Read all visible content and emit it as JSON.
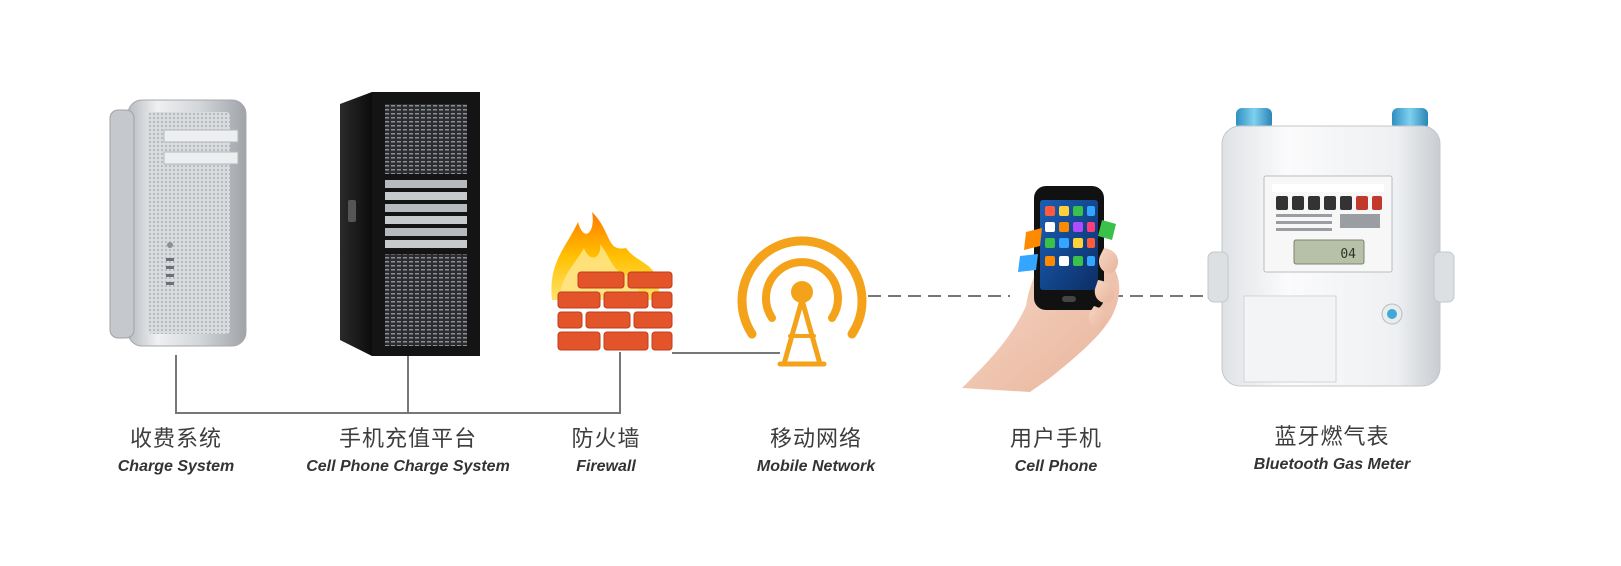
{
  "nodes": [
    {
      "id": "charge",
      "zh": "收费系统",
      "en": "Charge System",
      "icon": "mac-pro-server-icon"
    },
    {
      "id": "cellcharge",
      "zh": "手机充值平台",
      "en": "Cell Phone Charge System",
      "icon": "rack-server-icon"
    },
    {
      "id": "firewall",
      "zh": "防火墙",
      "en": "Firewall",
      "icon": "firewall-icon"
    },
    {
      "id": "mobile",
      "zh": "移动网络",
      "en": "Mobile Network",
      "icon": "antenna-icon"
    },
    {
      "id": "phone",
      "zh": "用户手机",
      "en": "Cell Phone",
      "icon": "hand-phone-icon"
    },
    {
      "id": "meter",
      "zh": "蓝牙燃气表",
      "en": "Bluetooth Gas Meter",
      "icon": "gas-meter-icon"
    }
  ],
  "meter_reading": "04",
  "colors": {
    "line": "#777777",
    "antenna": "#f5a21b",
    "brick": "#e4542a",
    "flame": "#ffb400",
    "cap": "#3fa9d6"
  }
}
